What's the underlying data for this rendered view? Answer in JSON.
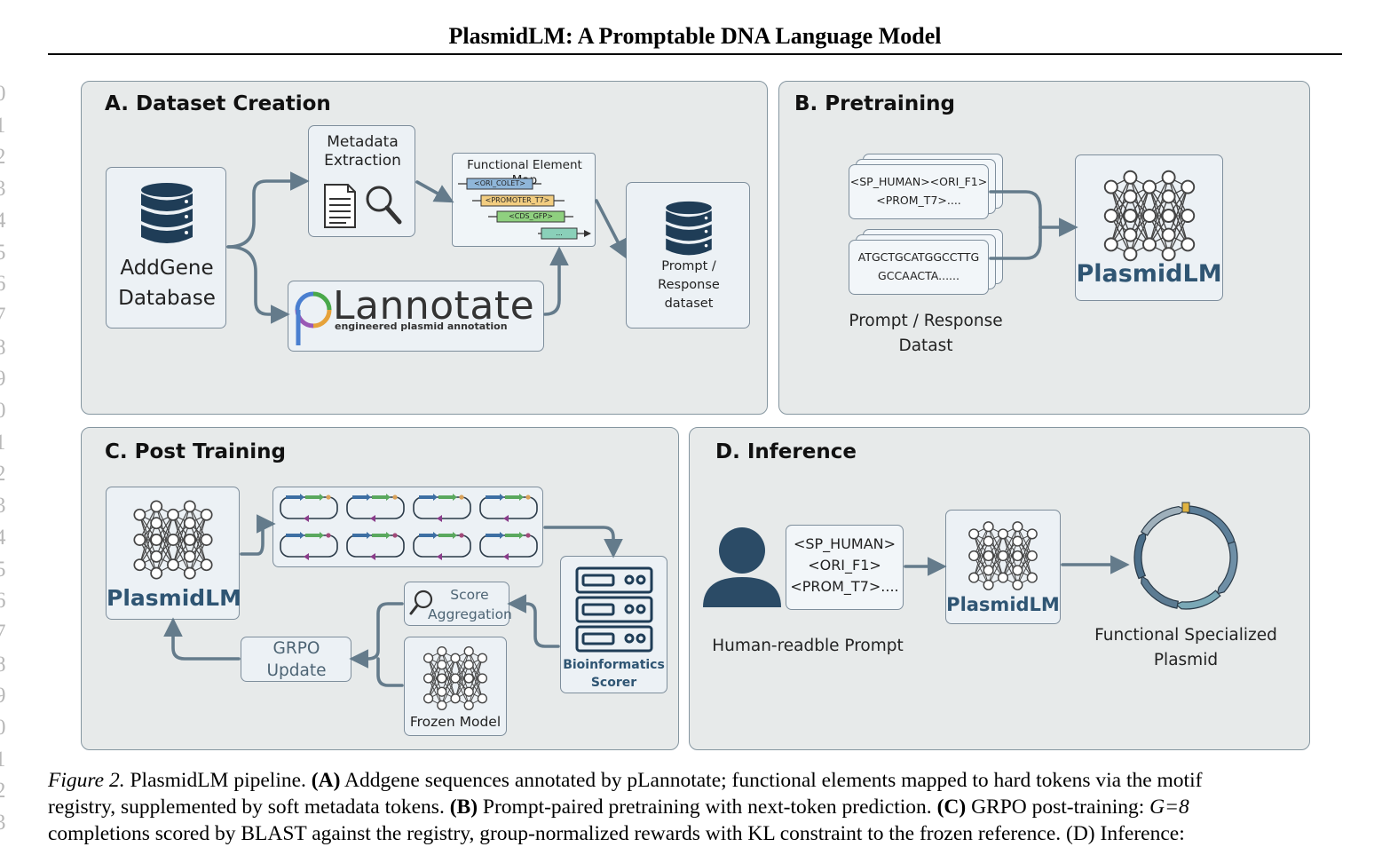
{
  "header": {
    "title": "PlasmidLM: A Promptable DNA Language Model"
  },
  "line_numbers": [
    "0",
    "1",
    "2",
    "3",
    "4",
    "5",
    "6",
    "7",
    "8",
    "9",
    "0",
    "1",
    "2",
    "3",
    "4",
    "5",
    "6",
    "7",
    "8",
    "9",
    "0",
    "1",
    "2",
    "3"
  ],
  "panel_a": {
    "title": "A. Dataset Creation",
    "addgene_label": "AddGene Database",
    "metadata_label": "Metadata Extraction",
    "fem_title": "Functional Element Map",
    "fem_tokens": [
      "<ORI_COLET>",
      "<PROMOTER_T7>",
      "<CDS_GFP>",
      "..."
    ],
    "plannotate_name": "Lannotate",
    "plannotate_tagline": "engineered plasmid annotation",
    "dataset_label": "Prompt / Response dataset"
  },
  "panel_b": {
    "title": "B. Pretraining",
    "prompt_card": "<SP_HUMAN><ORI_F1> <PROM_T7>....",
    "response_card": "ATGCTGCATGGCCTTG GCCAACTA......",
    "dataset_label": "Prompt / Response Datast",
    "model_label": "PlasmidLM"
  },
  "panel_c": {
    "title": "C. Post Training",
    "model_label": "PlasmidLM",
    "score_label": "Score Aggregation",
    "grpo_label": "GRPO Update",
    "frozen_label": "Frozen Model",
    "scorer_label": "Bioinformatics Scorer"
  },
  "panel_d": {
    "title": "D. Inference",
    "prompt_card": "<SP_HUMAN> <ORI_F1> <PROM_T7>....",
    "model_label": "PlasmidLM",
    "human_label": "Human-readble Prompt",
    "plasmid_label": "Functional Specialized Plasmid"
  },
  "caption": {
    "fig": "Figure 2.",
    "intro": " PlasmidLM pipeline. ",
    "a_key": "(A)",
    "a_text": " Addgene sequences annotated by pLannotate; functional elements mapped to hard tokens via the motif",
    "line2_pre": "registry, supplemented by soft metadata tokens. ",
    "b_key": "(B)",
    "b_text": " Prompt-paired pretraining with next-token prediction. ",
    "c_key": "(C)",
    "c_text": " GRPO post-training: ",
    "g_eq": "G=8",
    "line3": "completions scored by BLAST against the registry, group-normalized rewards with KL constraint to the frozen reference. (D) Inference:"
  },
  "colors": {
    "panel_bg": "#e7eaea",
    "panel_border": "#8596a0",
    "accent": "#3c6584",
    "arrow": "#647b8b"
  }
}
